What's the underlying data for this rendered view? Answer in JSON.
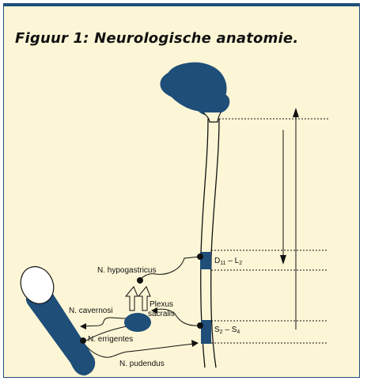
{
  "figure": {
    "title": "Figuur 1: Neurologische anatomie.",
    "colors": {
      "background": "#fdf6d6",
      "accent": "#1f4e79",
      "line": "#111111"
    }
  },
  "labels": {
    "n_hypogastricus": "N. hypogastricus",
    "plexus": "Plexus",
    "sacralis": "sacralis",
    "n_cavernosi": "N. cavernosi",
    "n_errigentes": "N. errigentes",
    "n_pudendus": "N. pudendus"
  },
  "levels": {
    "upper": {
      "start": "D",
      "start_sub": "11",
      "sep": " – ",
      "end": "L",
      "end_sub": "2"
    },
    "lower": {
      "start": "S",
      "start_sub": "2",
      "sep": " – ",
      "end": "S",
      "end_sub": "4"
    }
  }
}
